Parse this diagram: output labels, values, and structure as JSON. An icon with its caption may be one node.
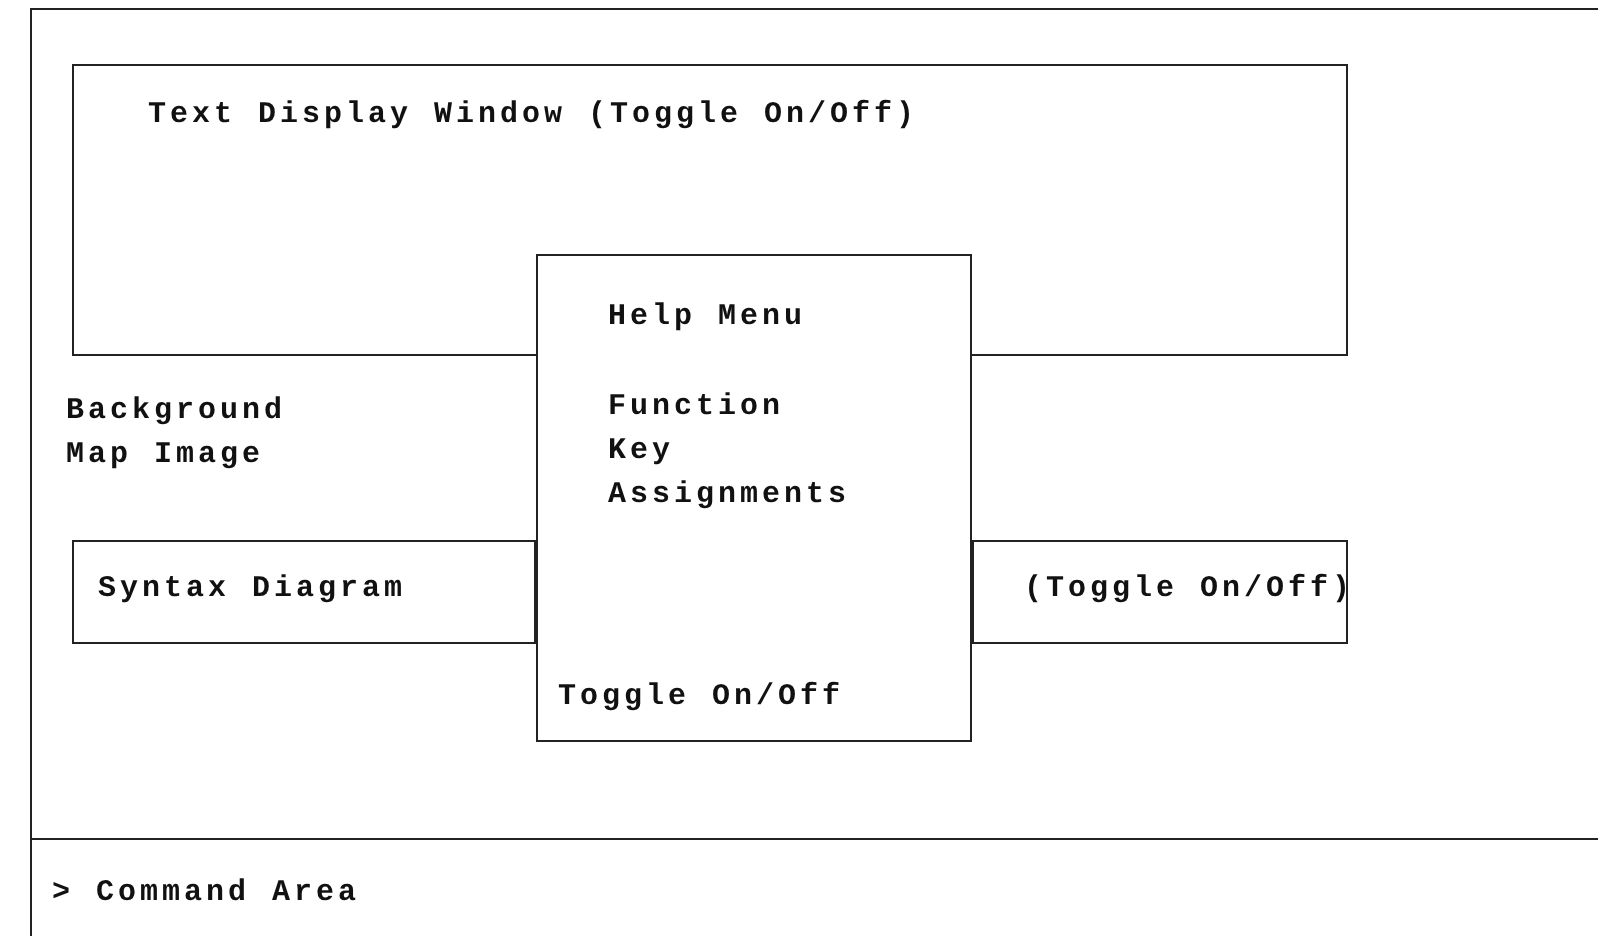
{
  "diagram": {
    "nodes": [
      {
        "text": [
          "Background Map Image"
        ]
      },
      {
        "text": [
          "Text Display Window (Toggle On/Off)"
        ],
        "in": 0
      },
      {
        "text": [
          "Help Menu",
          "Function Key Assignments",
          "Toggle On/Off"
        ],
        "in": 0
      },
      {
        "text": [
          "Syntax Diagram"
        ],
        "in": 0
      },
      {
        "text": [
          "(Toggle On/Off)"
        ],
        "in": 0
      },
      {
        "text": [
          "> Command Area"
        ]
      }
    ]
  }
}
